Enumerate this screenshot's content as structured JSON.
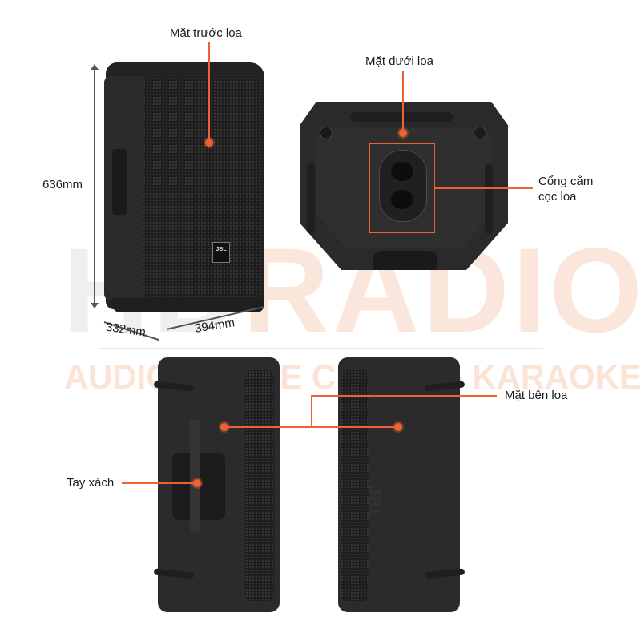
{
  "watermark": {
    "brand_hd": "HD",
    "brand_radio": "RADIO",
    "tagline": "AUDIO - HOME CINEMA - KARAOKE"
  },
  "front_view": {
    "callout": "Mặt trước loa",
    "height_dimension": "636mm",
    "depth_dimension": "332mm",
    "width_dimension": "394mm",
    "logo": "JBL"
  },
  "bottom_view": {
    "callout": "Mặt dưới loa",
    "port_callout_line1": "Cổng cắm",
    "port_callout_line2": "cọc loa"
  },
  "side_views": {
    "side_callout": "Mặt bên loa",
    "handle_callout": "Tay xách",
    "side_logo": "JBL"
  },
  "colors": {
    "accent": "#ec6232",
    "speaker_body": "#262626",
    "watermark_orange": "#fbe6dc",
    "watermark_gray": "#efefef"
  }
}
